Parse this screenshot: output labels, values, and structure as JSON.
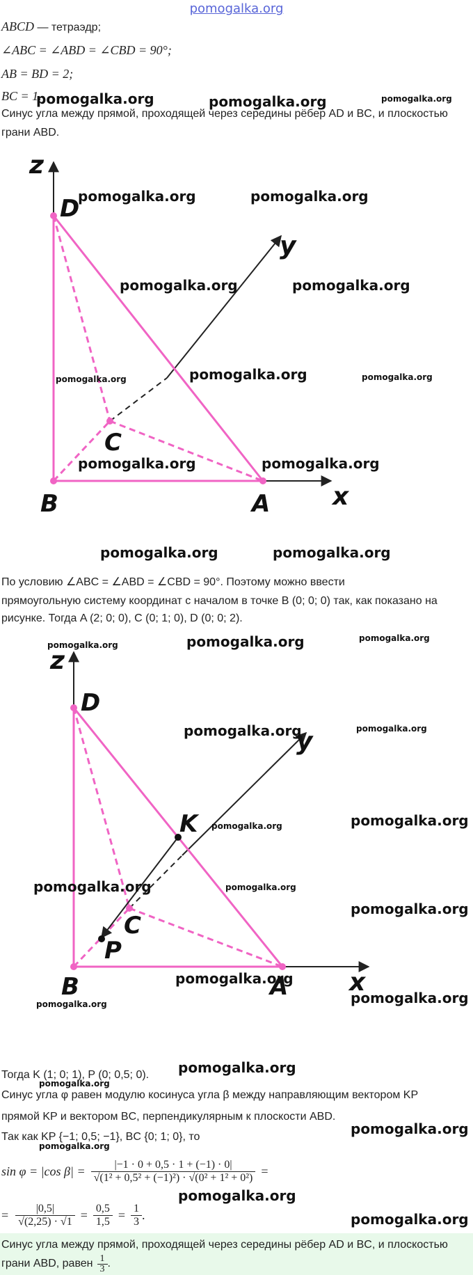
{
  "site": {
    "header_link": "pomogalka.org",
    "watermark": "pomogalka.org"
  },
  "given": {
    "line1_math": "ABCD",
    "line1_text": " — тетраэдр;",
    "line2": "∠ABC = ∠ABD = ∠CBD = 90°;",
    "line3": "AB = BD = 2;",
    "line4": "BC = 1."
  },
  "question": {
    "line1": "Синус угла между прямой, проходящей через середины рёбер AD и BC, и плоскостью",
    "line2": "грани ABD."
  },
  "figure1": {
    "labels": {
      "z": "z",
      "y": "y",
      "x": "x",
      "D": "D",
      "C": "C",
      "B": "B",
      "A": "A"
    }
  },
  "solution": {
    "p1_line1": "По условию ∠ABC = ∠ABD = ∠CBD = 90°. Поэтому можно ввести",
    "p1_line2": "прямоугольную систему координат с началом в точке B (0;  0;  0) так, как показано на",
    "p1_line3": "рисунке. Тогда A (2;  0;  0), C (0;  1;  0), D (0;  0;  2).",
    "p2_line1": "Тогда K (1;  0;  1), P (0;  0,5;  0).",
    "p2_line2": "Синус угла φ равен модулю косинуса угла β между направляющим вектором KP",
    "p2_line3": "прямой KP и вектором BC, перпендикулярным к плоскости ABD.",
    "p2_line4": "Так как KP {−1;  0,5;  −1}, BC {0;  1;  0}, то",
    "formula_lhs": "sin φ = |cos β| =",
    "formula_num": "|−1 · 0 + 0,5 · 1 + (−1) · 0|",
    "formula_den": "√(1² + 0,5² + (−1)²) · √(0² + 1² + 0²)",
    "formula_eq": "=",
    "formula2_lhs": "=",
    "formula2_num1": "|0,5|",
    "formula2_den1": "√(2,25) · √1",
    "formula2_num2": "0,5",
    "formula2_den2": "1,5",
    "formula2_num3": "1",
    "formula2_den3": "3"
  },
  "figure2": {
    "labels": {
      "z": "z",
      "y": "y",
      "x": "x",
      "D": "D",
      "K": "K",
      "C": "C",
      "P": "P",
      "B": "B",
      "A": "A"
    }
  },
  "answer": {
    "line1": "Синус угла между прямой, проходящей через середины рёбер AD и BC, и плоскостью",
    "line2_prefix": "грани ABD, равен",
    "frac_num": "1",
    "frac_den": "3"
  },
  "colors": {
    "edge": "#f064c4",
    "axis": "#222222",
    "header_link": "#5865d8",
    "answer_bg": "#e8f9ea"
  }
}
